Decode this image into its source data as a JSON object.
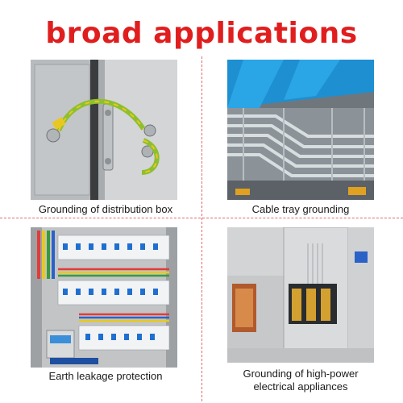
{
  "header": {
    "title": "broad applications"
  },
  "panels": [
    {
      "caption": "Grounding of distribution box"
    },
    {
      "caption": "Cable tray grounding"
    },
    {
      "caption": "Earth leakage protection"
    },
    {
      "caption_line1": "Grounding of high-power",
      "caption_line2": "electrical appliances"
    }
  ],
  "colors": {
    "title": "#e01e1e",
    "divider": "#e06a6a",
    "ground_wire": "#8dbf2e",
    "tray_blue": "#1e8fd0"
  },
  "icons": [
    "ground-wire",
    "cable-tray",
    "circuit-breakers",
    "transformer-cabinet"
  ]
}
